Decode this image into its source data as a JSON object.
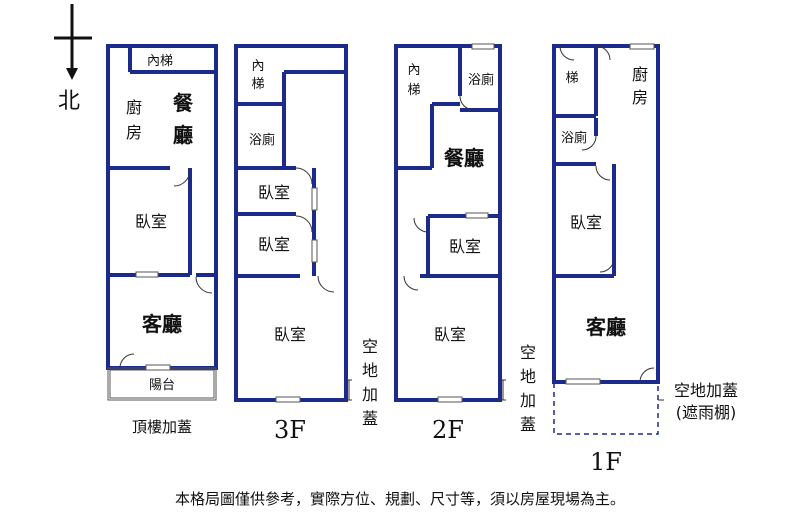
{
  "compass": {
    "north": "北"
  },
  "floors": {
    "rooftop": {
      "name": "頂樓加蓋",
      "rooms": {
        "stair": "內梯",
        "kitchen_1": "廚",
        "kitchen_2": "房",
        "dining_1": "餐",
        "dining_2": "廳",
        "bedroom": "臥室",
        "living": "客廳",
        "balcony": "陽台"
      }
    },
    "f3": {
      "name": "3F",
      "rooms": {
        "stair_1": "內",
        "stair_2": "梯",
        "bath": "浴廁",
        "bedroom_a": "臥室",
        "bedroom_b": "臥室",
        "bedroom_c": "臥室"
      },
      "side_note": [
        "空",
        "地",
        "加",
        "蓋"
      ]
    },
    "f2": {
      "name": "2F",
      "rooms": {
        "stair_1": "內",
        "stair_2": "梯",
        "bath": "浴廁",
        "dining": "餐廳",
        "bedroom_a": "臥室",
        "bedroom_b": "臥室"
      },
      "side_note": [
        "空",
        "地",
        "加",
        "蓋"
      ]
    },
    "f1": {
      "name": "1F",
      "rooms": {
        "stair": "梯",
        "kitchen_1": "廚",
        "kitchen_2": "房",
        "bath": "浴廁",
        "bedroom": "臥室",
        "living": "客廳"
      },
      "side_note_1": "空地加蓋",
      "side_note_2": "(遮雨棚)"
    }
  },
  "disclaimer": "本格局圖僅供參考，實際方位、規劃、尺寸等，須以房屋現場為主。",
  "colors": {
    "wall": "#1c2a8c"
  }
}
